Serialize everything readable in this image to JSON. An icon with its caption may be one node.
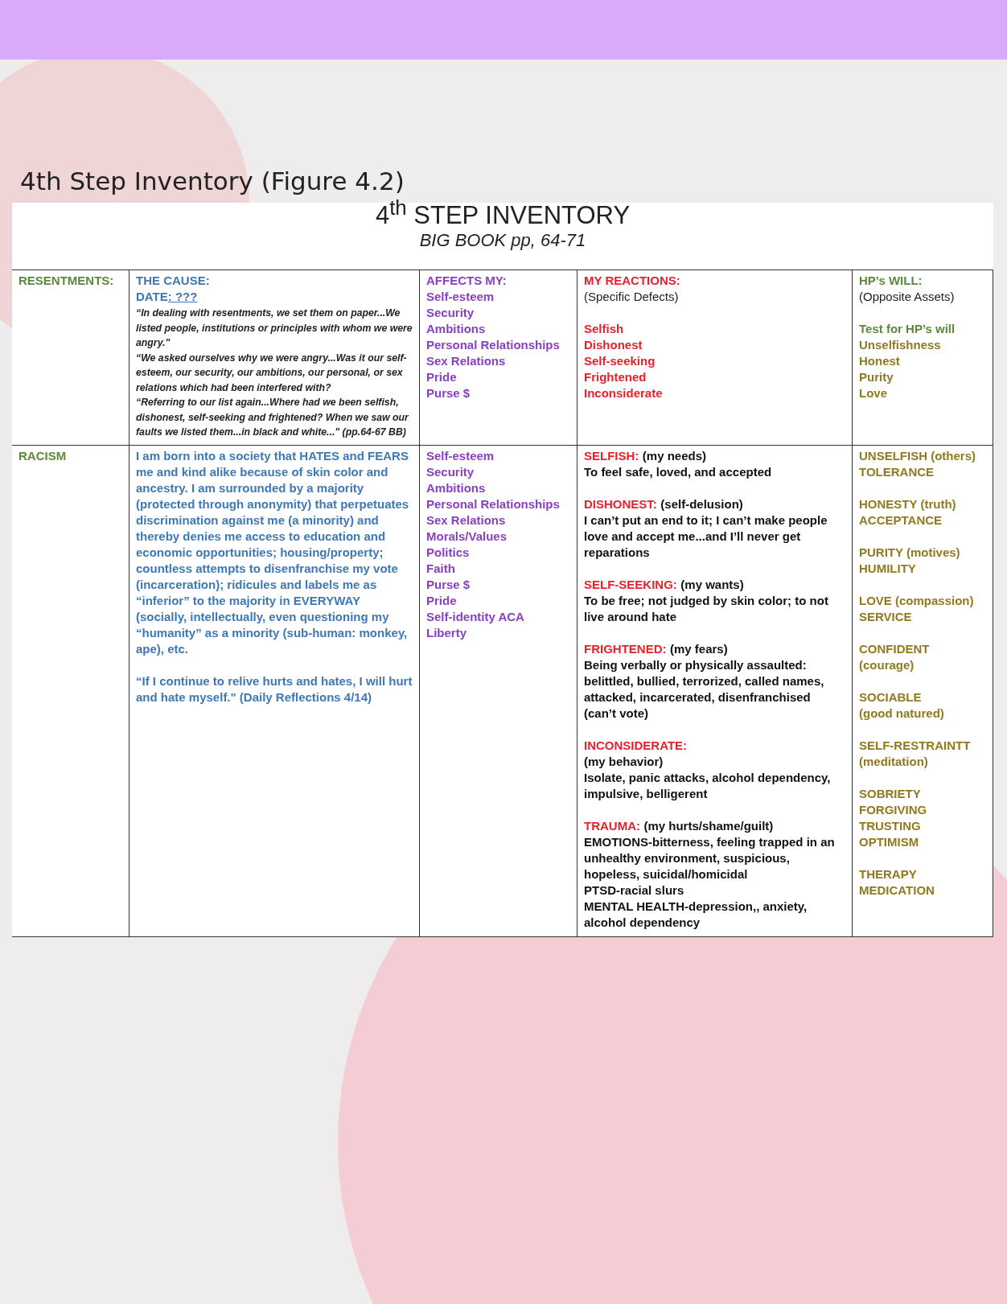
{
  "diagram": {
    "title": "4th Step Inventory (Figure 4.2)",
    "labels": [
      "4$^{th}$ STEP INVENTORY",
      "BIG BOOK pp, 64-71",
      "RESENTMENTS:",
      "THE CAUSE:",
      "DATE",
      ": ???",
      "“In dealing with resentments, we set them on paper...We listed people, institutions or principles with whom we were angry.\"",
      "“We asked ourselves why we were angry...Was it our self-esteem, our security, our ambitions, our personal, or sex relations which had been interfered with?",
      "“Referring to our list again...Where had we been selfish, dishonest, self-seeking and frightened? When we saw our faults we listed them...in black and white...\" (pp.64-67 BB)",
      "AFFECTS MY:",
      "Self-esteem",
      "Security",
      "Ambitions",
      "Personal Relationships",
      "Sex Relations",
      "Pride",
      "Purse $",
      "MY REACTIONS:",
      "(Specific Defects)",
      "Selfish",
      "Dishonest",
      "Self-seeking",
      "Frightened",
      "Inconsiderate",
      "HP’s WILL:",
      "(Opposite Assets)",
      "Test for HP’s will",
      "Unselfishness",
      "Honest",
      "Purity",
      "Love",
      "RACISM",
      "I am born into a society that HATES and FEARS me and kind alike because of skin color and ancestry. I am surrounded by a majority (protected through anonymity) that perpetuates discrimination against me (a minority) and thereby denies me access to education and economic opportunities; housing/property; countless attempts to disenfranchise my vote (incarceration); ridicules and labels me as “inferior” to the majority in EVERYWAY (socially, intellectually, even questioning my “humanity” as a minority (sub-human: monkey, ape), etc.",
      "“If I continue to relive hurts and hates, I will hurt and hate myself.\" (Daily Reflections 4/14)",
      "Self-esteem",
      "Security",
      "Ambitions",
      "Personal Relationships",
      "Sex Relations",
      "Morals/Values",
      "Politics",
      "Faith",
      "Purse $",
      "Pride",
      "Self-identity ACA",
      "Liberty",
      "SELFISH:",
      "(my needs)",
      "To feel safe, loved, and accepted",
      "DISHONEST:",
      "(self-delusion)",
      "I can’t put an end to it; I can’t make people love and accept me...and I’ll never get reparations",
      "SELF-SEEKING:",
      "(my wants)",
      "To be free; not judged by skin color; to not live around hate",
      "FRIGHTENED:",
      "(my fears)",
      "Being verbally or physically assaulted: belittled, bullied, terrorized, called names, attacked, incarcerated, disenfranchised (can’t vote)",
      "INCONSIDERATE:",
      "(my behavior)",
      "Isolate, panic attacks, alcohol dependency, impulsive, belligerent",
      "TRAUMA:",
      "(my hurts/shame/guilt)",
      "EMOTIONS-bitterness, feeling trapped in an unhealthy environment, suspicious, hopeless, suicidal/homicidal",
      "PTSD-racial slurs",
      "MENTAL HEALTH-depression,, anxiety, alcohol dependency",
      "UNSELFISH (others)",
      "TOLERANCE",
      "HONESTY (truth)",
      "ACCEPTANCE",
      "PURITY (motives)",
      "HUMILITY",
      "LOVE (compassion)",
      "SERVICE",
      "CONFIDENT",
      "(courage)",
      "SOCIABLE",
      "(good natured)",
      "SELF-RESTRAINTT",
      "(meditation)",
      "SOBRIETY",
      "FORGIVING",
      "TRUSTING",
      "OPTIMISM",
      "THERAPY",
      "MEDICATION"
    ]
  }
}
